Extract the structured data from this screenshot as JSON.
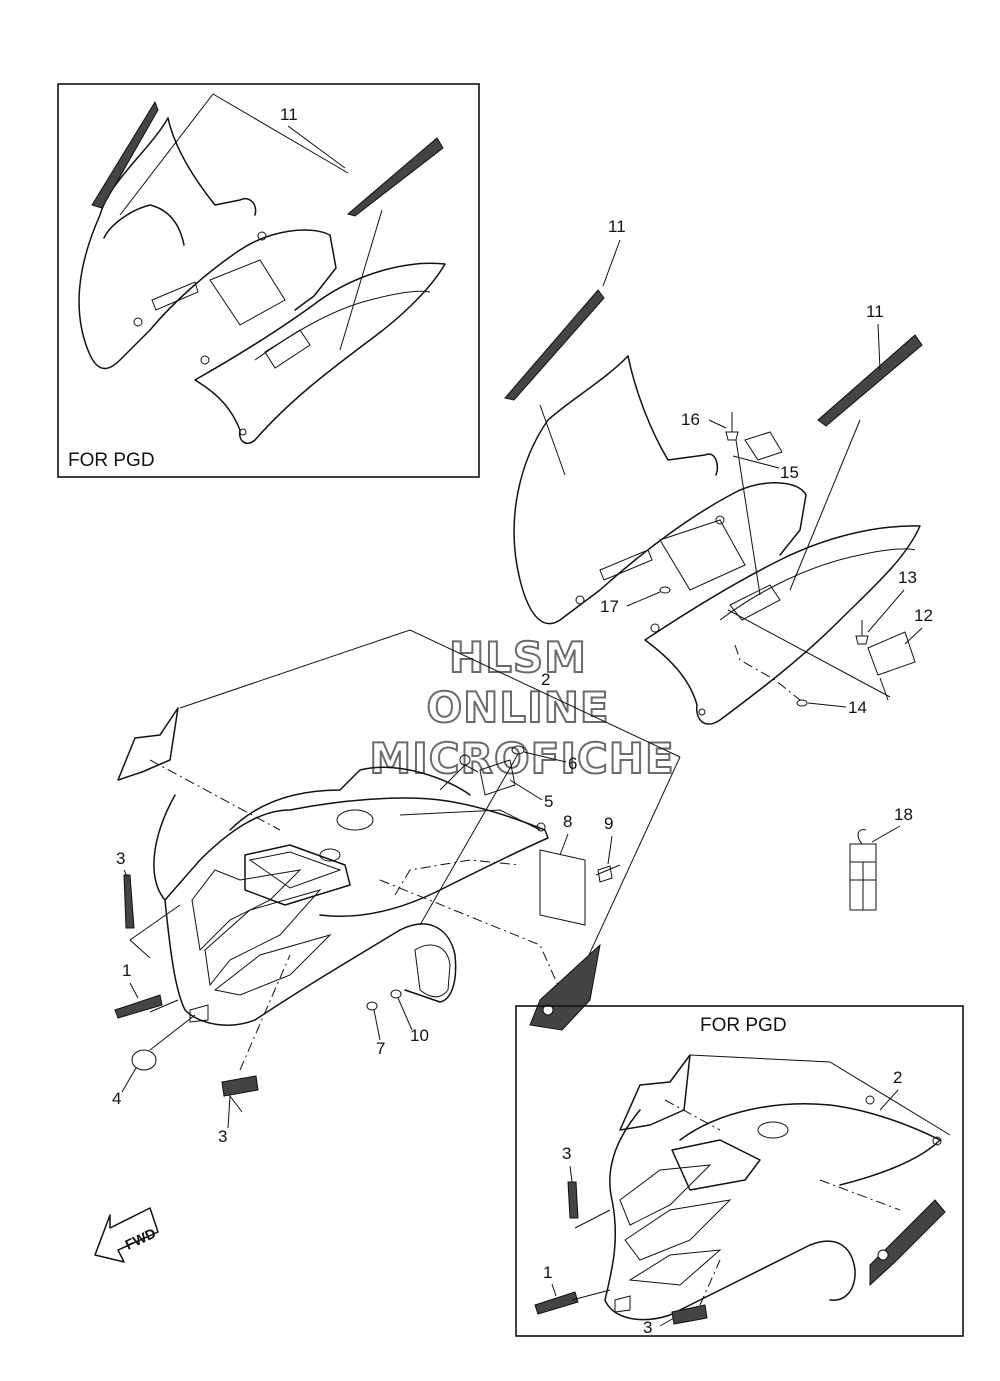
{
  "diagram": {
    "inset_labels": {
      "top_left": "FOR PGD",
      "bottom_right": "FOR PGD"
    },
    "watermark": {
      "line1": "HLSM",
      "line2": "ONLINE",
      "line3": "MICROFICHE"
    },
    "arrow_label": "FWD",
    "callouts": [
      "11",
      "11",
      "11",
      "16",
      "15",
      "17",
      "13",
      "12",
      "14",
      "2",
      "6",
      "5",
      "8",
      "9",
      "18",
      "3",
      "1",
      "4",
      "3",
      "7",
      "10",
      "2",
      "3",
      "1",
      "3"
    ]
  }
}
